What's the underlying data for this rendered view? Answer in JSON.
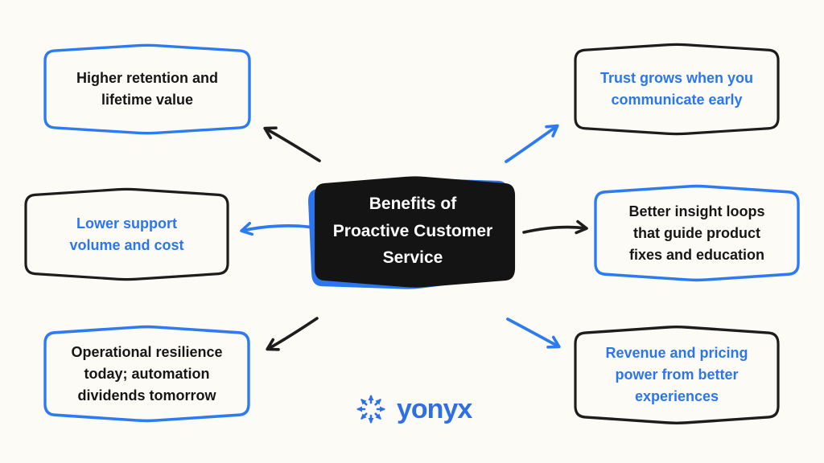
{
  "center": {
    "title": "Benefits of\nProactive Customer\nService"
  },
  "nodes": [
    {
      "id": "higher-retention",
      "label": "Higher retention and\nlifetime value"
    },
    {
      "id": "trust-grows",
      "label": "Trust grows when you\ncommunicate early"
    },
    {
      "id": "lower-support",
      "label": "Lower support\nvolume and cost"
    },
    {
      "id": "better-insight",
      "label": "Better insight loops\nthat guide product\nfixes and education"
    },
    {
      "id": "operational-resilience",
      "label": "Operational resilience\ntoday; automation\ndividends tomorrow"
    },
    {
      "id": "revenue-pricing",
      "label": "Revenue and pricing\npower from better\nexperiences"
    }
  ],
  "logo": {
    "wordmark": "yonyx",
    "icon": "arrow-burst-icon"
  },
  "colors": {
    "background": "#fdfbf5",
    "accent_blue": "#2c7bf2",
    "text_blue": "#2b76ee",
    "ink_black": "#161616",
    "center_fill": "#141414",
    "center_shadow_blue": "#2b76ee",
    "center_text": "#ffffff",
    "logo_blue": "#2d6fe5"
  }
}
